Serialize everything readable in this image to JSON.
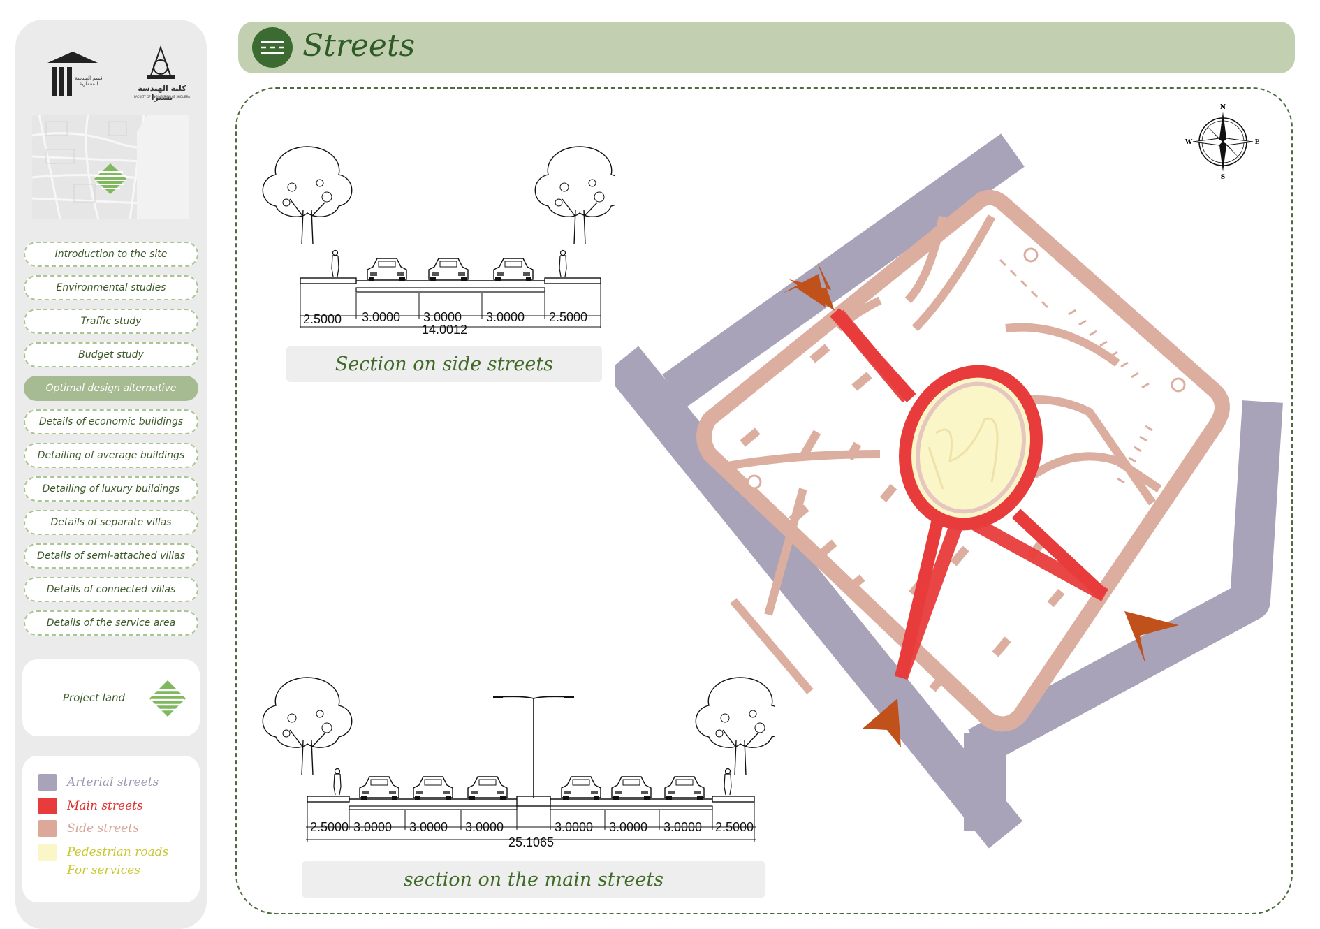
{
  "header": {
    "title": "Streets"
  },
  "logos": {
    "left_caption": "قسم الهندسة المعمارية",
    "right_caption": "كلية الهندسة بشبرا",
    "right_sub": "FACULTY OF ENGINEERING AT SHOUBRA"
  },
  "nav": {
    "items": [
      {
        "label": "Introduction to the site",
        "active": false
      },
      {
        "label": "Environmental studies",
        "active": false
      },
      {
        "label": "Traffic study",
        "active": false
      },
      {
        "label": "Budget study",
        "active": false
      },
      {
        "label": "Optimal design alternative",
        "active": true
      },
      {
        "label": "Details of economic buildings",
        "active": false
      },
      {
        "label": "Detailing of average buildings",
        "active": false
      },
      {
        "label": "Detailing of luxury buildings",
        "active": false
      },
      {
        "label": "Details of separate villas",
        "active": false
      },
      {
        "label": "Details of semi-attached villas",
        "active": false
      },
      {
        "label": "Details of connected villas",
        "active": false
      },
      {
        "label": "Details of the service area",
        "active": false
      }
    ]
  },
  "project": {
    "label": "Project land"
  },
  "legend": {
    "items": [
      {
        "label": "Arterial streets",
        "color": "#a8a3b8",
        "text_color": "#9d97b3"
      },
      {
        "label": "Main streets",
        "color": "#e83c3c",
        "text_color": "#e02d2d"
      },
      {
        "label": "Side streets",
        "color": "#dba89a",
        "text_color": "#d4a599"
      },
      {
        "label": "Pedestrian roads",
        "color": "#fbf6c8",
        "text_color": "#c8c730"
      }
    ],
    "extra_label": "For services"
  },
  "side_section": {
    "caption": "Section on side streets",
    "dims": [
      "2.5000",
      "3.0000",
      "3.0000",
      "3.0000",
      "2.5000"
    ],
    "total": "14.0012"
  },
  "main_section": {
    "caption": "section on the main streets",
    "dims": [
      "2.5000",
      "3.0000",
      "3.0000",
      "3.0000",
      "3.0000",
      "3.0000",
      "3.0000",
      "2.5000"
    ],
    "total": "25.1065"
  },
  "compass": {
    "n": "N",
    "s": "S",
    "e": "E",
    "w": "W"
  },
  "colors": {
    "arterial": "#a8a3b8",
    "main": "#e83c3c",
    "side": "#dcaea0",
    "pedestrian": "#fbf6c8",
    "arrow": "#c0511a",
    "header_bg": "#c2cfb0"
  }
}
